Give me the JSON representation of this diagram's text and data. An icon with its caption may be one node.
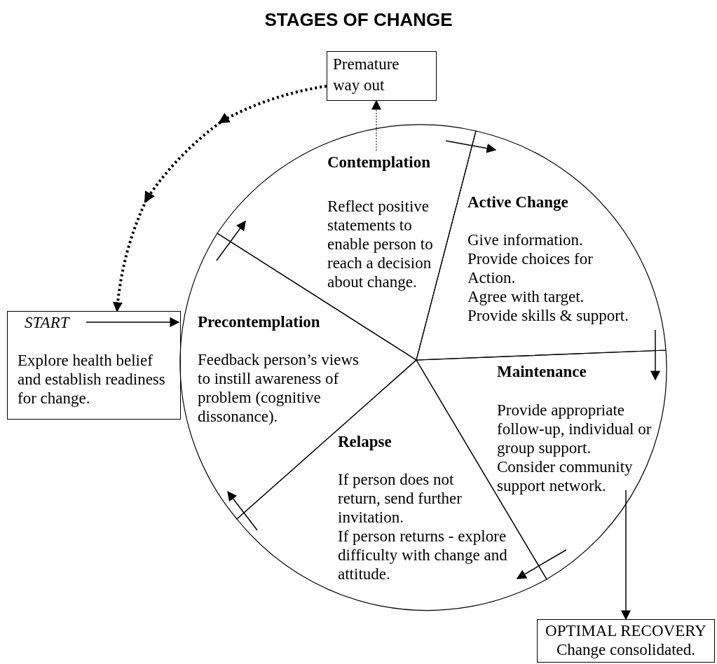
{
  "diagram": {
    "title": "STAGES OF CHANGE",
    "nodes": [
      {
        "text": [
          "Premature way out"
        ]
      },
      {
        "text": [
          "START",
          "Explore health belief and establish readiness for change."
        ]
      },
      {
        "text": [
          "Precontemplation",
          "Feedback person’s views to instill awareness of problem (cognitive dissonance)."
        ]
      },
      {
        "text": [
          "Contemplation",
          "Reflect positive statements to enable person to reach a decision about change."
        ]
      },
      {
        "text": [
          "Active Change",
          "Give information.",
          "Provide choices for Action.",
          "Agree with target.",
          "Provide skills & support."
        ]
      },
      {
        "text": [
          "Maintenance",
          "Provide appropriate follow-up, individual or group support.",
          "Consider community support network."
        ]
      },
      {
        "text": [
          "Relapse",
          "If person does not return, send further invitation.",
          "If person returns - explore difficulty with change and attitude."
        ]
      },
      {
        "text": [
          "OPTIMAL RECOVERY",
          "Change consolidated."
        ]
      }
    ],
    "edges": [
      {
        "from": 1,
        "to": 2,
        "arrow": "to"
      },
      {
        "from": 2,
        "to": 3,
        "arrow": "to"
      },
      {
        "from": 3,
        "to": 4,
        "arrow": "to"
      },
      {
        "from": 4,
        "to": 5,
        "arrow": "to"
      },
      {
        "from": 5,
        "to": 6,
        "arrow": "to"
      },
      {
        "from": 6,
        "to": 2,
        "arrow": "to"
      },
      {
        "from": 3,
        "to": 0,
        "arrow": "to",
        "style": "dashed"
      },
      {
        "from": 0,
        "to": 1,
        "arrow": "to",
        "style": "dashed"
      },
      {
        "from": 5,
        "to": 7,
        "arrow": "to"
      }
    ]
  }
}
